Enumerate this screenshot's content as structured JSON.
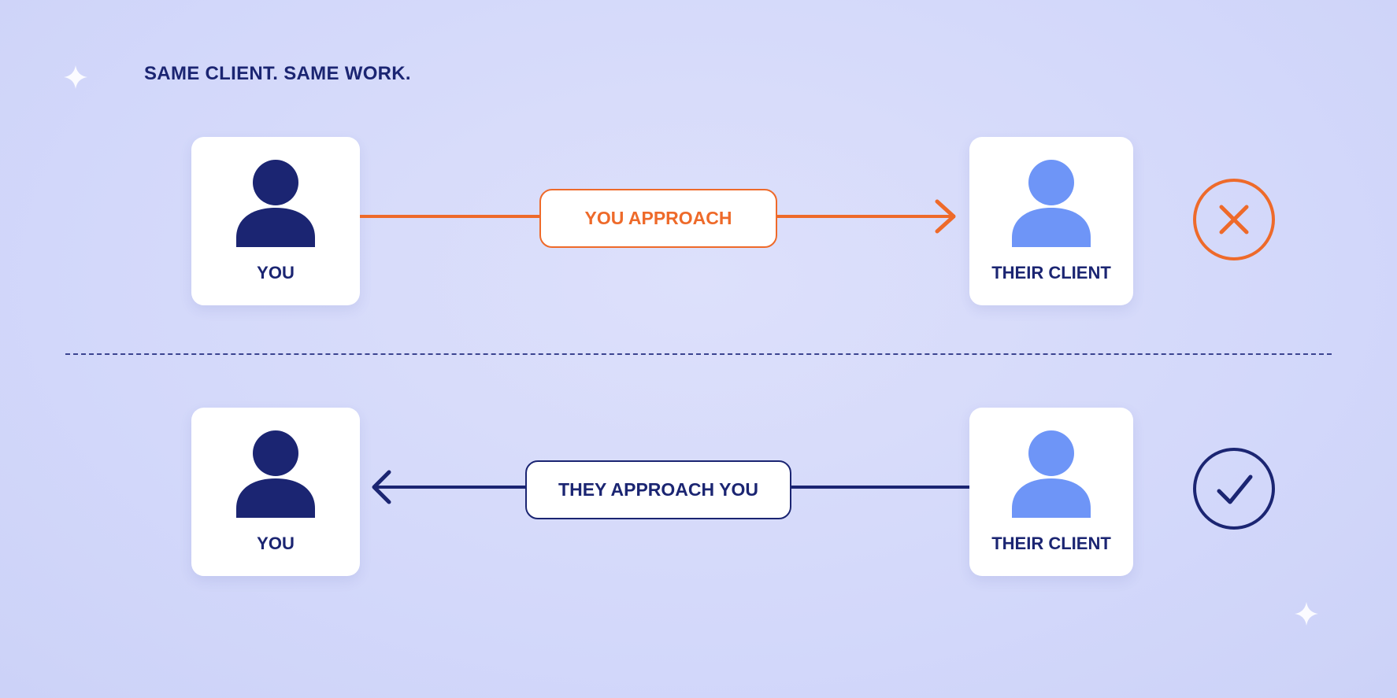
{
  "headline": "SAME CLIENT. SAME WORK.",
  "rows": [
    {
      "left_label": "YOU",
      "right_label": "THEIR CLIENT",
      "connector_label": "YOU APPROACH",
      "direction": "you-to-client",
      "outcome": "wrong",
      "outcome_icon": "x-icon",
      "accent": "#ee6a2a"
    },
    {
      "left_label": "YOU",
      "right_label": "THEIR CLIENT",
      "connector_label": "THEY APPROACH YOU",
      "direction": "client-to-you",
      "outcome": "right",
      "outcome_icon": "check-icon",
      "accent": "#1b2572"
    }
  ],
  "colors": {
    "navy": "#1b2572",
    "client_blue": "#6e95f7",
    "orange": "#ee6a2a",
    "background": "#d6dafa"
  }
}
